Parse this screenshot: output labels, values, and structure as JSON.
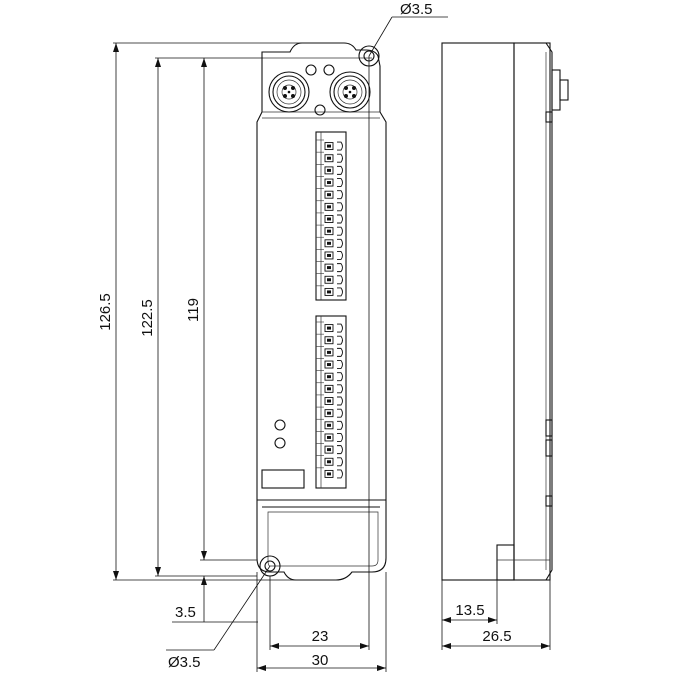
{
  "dimensions": {
    "hole_top": "Ø3.5",
    "hole_bottom": "Ø3.5",
    "height_total": "126.5",
    "height_mount": "122.5",
    "height_body": "119",
    "offset_bottom": "3.5",
    "width_inner": "23",
    "width_total": "30",
    "depth_partial": "13.5",
    "depth_total": "26.5"
  },
  "terminal_block": {
    "upper_pin_count": 13,
    "lower_pin_count": 13
  }
}
